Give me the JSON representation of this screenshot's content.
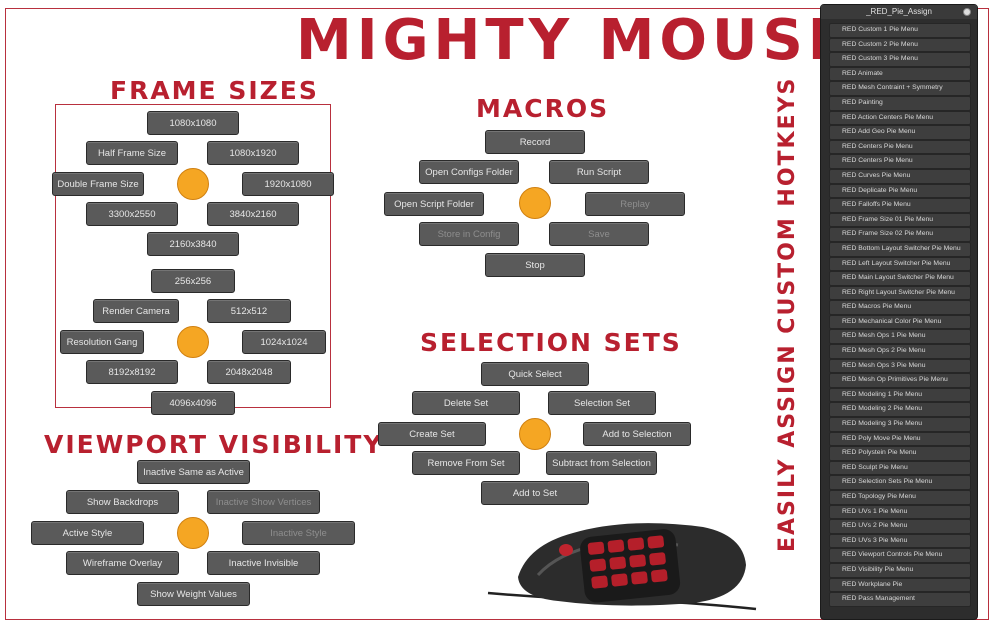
{
  "title": "MIGHTY MOUSE",
  "side_title": "EASILY ASSIGN CUSTOM HOTKEYS",
  "colors": {
    "accent": "#b8202f",
    "button": "#5a5a5a",
    "center_dot": "#f5a623"
  },
  "frame_sizes": {
    "heading": "FRAME SIZES",
    "pie1": [
      "1080x1080",
      "Half Frame Size",
      "1080x1920",
      "Double Frame Size",
      "1920x1080",
      "3300x2550",
      "3840x2160",
      "2160x3840"
    ],
    "pie2": [
      "256x256",
      "Render Camera",
      "512x512",
      "Resolution Gang",
      "1024x1024",
      "8192x8192",
      "2048x2048",
      "4096x4096"
    ]
  },
  "macros": {
    "heading": "MACROS",
    "items": [
      "Record",
      "Open Configs Folder",
      "Run Script",
      "Open Script Folder",
      "Replay",
      "Store in Config",
      "Save",
      "Stop"
    ]
  },
  "selection_sets": {
    "heading": "SELECTION SETS",
    "items": [
      "Quick Select",
      "Delete Set",
      "Selection Set",
      "Create Set",
      "Add to Selection",
      "Remove From Set",
      "Subtract from Selection",
      "Add to Set"
    ]
  },
  "viewport": {
    "heading": "VIEWPORT VISIBILITY",
    "items": [
      "Inactive Same as Active",
      "Show Backdrops",
      "Inactive Show Vertices",
      "Active Style",
      "Inactive Style",
      "Wireframe Overlay",
      "Inactive Invisible",
      "Show Weight Values"
    ]
  },
  "panel": {
    "title": "_RED_Pie_Assign",
    "items": [
      "RED Custom 1 Pie Menu",
      "RED Custom 2 Pie Menu",
      "RED Custom 3 Pie Menu",
      "RED Animate",
      "RED Mesh Contraint + Symmetry",
      "RED Painting",
      "RED Action Centers Pie Menu",
      "RED Add Geo Pie Menu",
      "RED Centers Pie Menu",
      "RED Centers Pie Menu",
      "RED Curves Pie Menu",
      "RED Deplicate Pie Menu",
      "RED Falloffs Pie Menu",
      "RED Frame Size 01 Pie Menu",
      "RED Frame Size 02 Pie Menu",
      "RED Bottom Layout Switcher Pie Menu",
      "RED Left Layout Switcher Pie Menu",
      "RED Main Layout Switcher Pie Menu",
      "RED Right Layout Switcher Pie Menu",
      "RED Macros Pie Menu",
      "RED Mechanical Color Pie Menu",
      "RED Mesh Ops 1 Pie Menu",
      "RED Mesh Ops 2 Pie Menu",
      "RED Mesh Ops 3 Pie Menu",
      "RED Mesh Op Primitives Pie Menu",
      "RED Modeling 1 Pie Menu",
      "RED Modeling 2 Pie Menu",
      "RED Modeling 3 Pie Menu",
      "RED Poly Move Pie Menu",
      "RED Polystein Pie Menu",
      "RED Sculpt Pie Menu",
      "RED Selection Sets Pie Menu",
      "RED Topology Pie Menu",
      "RED UVs 1 Pie Menu",
      "RED UVs 2 Pie Menu",
      "RED UVs 3 Pie Menu",
      "RED Viewport Controls Pie Menu",
      "RED Visibility Pie Menu",
      "RED Workplane Pie",
      "RED Pass Management"
    ]
  }
}
